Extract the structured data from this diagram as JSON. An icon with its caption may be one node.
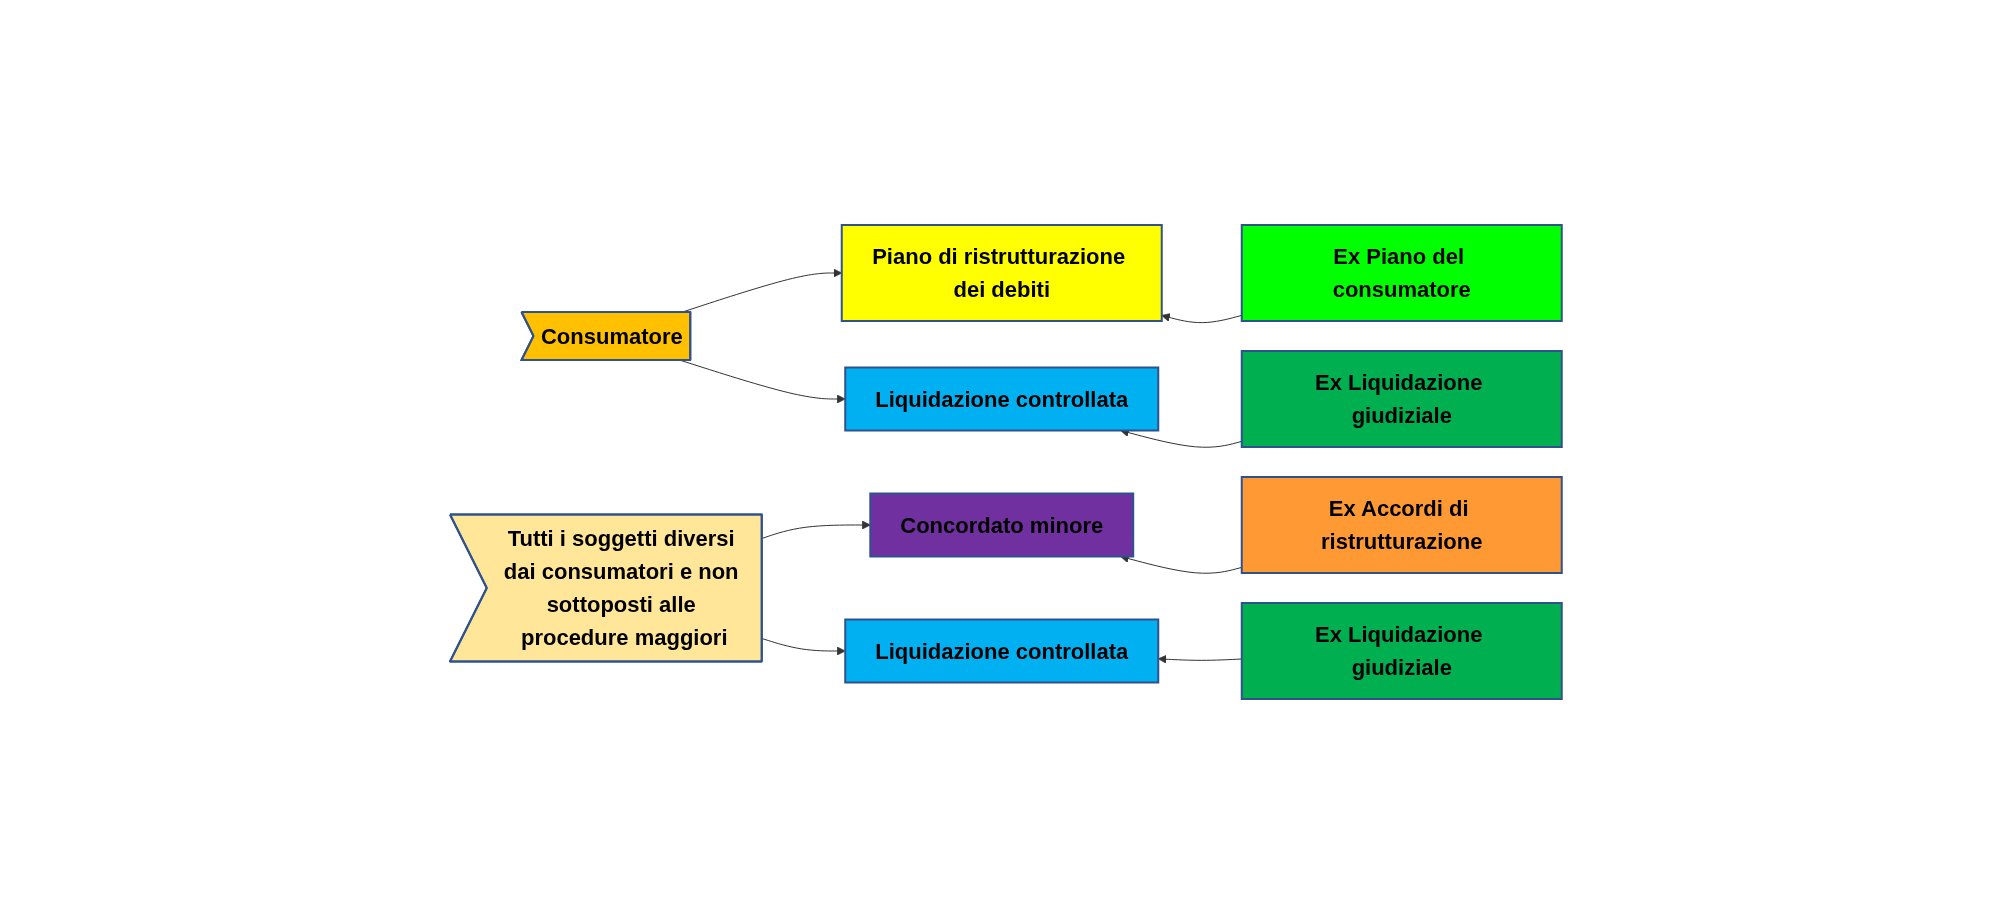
{
  "diagram": {
    "nodes": [
      {
        "text": [
          "Consumatore"
        ]
      },
      {
        "text": [
          "Piano di ristrutturazione dei debiti"
        ]
      },
      {
        "text": [
          "Ex Piano del consumatore"
        ]
      },
      {
        "text": [
          "Liquidazione controllata"
        ]
      },
      {
        "text": [
          "Ex Liquidazione giudiziale"
        ]
      },
      {
        "text": [
          "Tutti i soggetti diversi dai consumatori e non sottoposti alle procedure maggiori"
        ]
      },
      {
        "text": [
          "Concordato minore"
        ]
      },
      {
        "text": [
          "Ex Accordi di ristrutturazione"
        ]
      },
      {
        "text": [
          "Liquidazione controllata"
        ]
      },
      {
        "text": [
          "Ex Liquidazione giudiziale"
        ]
      }
    ],
    "edges": [
      {
        "from": 0,
        "to": 1,
        "arrow": "to"
      },
      {
        "from": 0,
        "to": 3,
        "arrow": "to"
      },
      {
        "from": 2,
        "to": 1,
        "arrow": "to"
      },
      {
        "from": 4,
        "to": 3,
        "arrow": "to"
      },
      {
        "from": 5,
        "to": 6,
        "arrow": "to"
      },
      {
        "from": 5,
        "to": 8,
        "arrow": "to"
      },
      {
        "from": 7,
        "to": 6,
        "arrow": "to"
      },
      {
        "from": 9,
        "to": 8,
        "arrow": "to"
      }
    ]
  }
}
